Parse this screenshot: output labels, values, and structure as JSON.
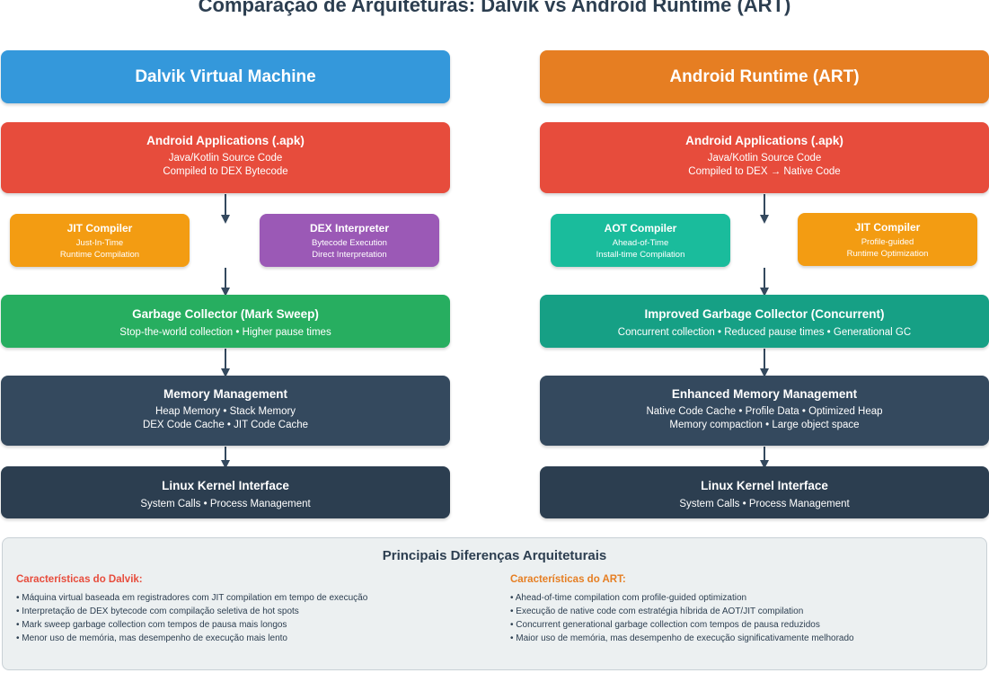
{
  "title": "Comparação de Arquiteturas: Dalvik vs Android Runtime (ART)",
  "colors": {
    "dalvik_header": "#3498db",
    "art_header": "#e67e22",
    "apps": "#e74c3c",
    "jit": "#f39c12",
    "interpreter": "#9b59b6",
    "aot": "#1abc9c",
    "gc_dalvik": "#27ae60",
    "gc_art": "#16a085",
    "memory": "#34495e",
    "kernel": "#2c3e50",
    "arrow": "#34495e",
    "summary_bg": "#ecf0f1",
    "dalvik_accent": "#e74c3c",
    "art_accent": "#e67e22"
  },
  "dalvik": {
    "header": "Dalvik Virtual Machine",
    "apps": {
      "title": "Android Applications (.apk)",
      "line1": "Java/Kotlin Source Code",
      "line2": "Compiled to DEX Bytecode"
    },
    "jit": {
      "title": "JIT Compiler",
      "line1": "Just-In-Time",
      "line2": "Runtime Compilation"
    },
    "interpreter": {
      "title": "DEX Interpreter",
      "line1": "Bytecode Execution",
      "line2": "Direct Interpretation"
    },
    "gc": {
      "title": "Garbage Collector (Mark Sweep)",
      "line1": "Stop-the-world collection • Higher pause times"
    },
    "memory": {
      "title": "Memory Management",
      "line1": "Heap Memory • Stack Memory",
      "line2": "DEX Code Cache • JIT Code Cache"
    },
    "kernel": {
      "title": "Linux Kernel Interface",
      "line1": "System Calls • Process Management"
    }
  },
  "art": {
    "header": "Android Runtime (ART)",
    "apps": {
      "title": "Android Applications (.apk)",
      "line1": "Java/Kotlin Source Code",
      "line2": "Compiled to DEX → Native Code"
    },
    "aot": {
      "title": "AOT Compiler",
      "line1": "Ahead-of-Time",
      "line2": "Install-time Compilation"
    },
    "jit": {
      "title": "JIT Compiler",
      "line1": "Profile-guided",
      "line2": "Runtime Optimization"
    },
    "gc": {
      "title": "Improved Garbage Collector (Concurrent)",
      "line1": "Concurrent collection • Reduced pause times • Generational GC"
    },
    "memory": {
      "title": "Enhanced Memory Management",
      "line1": "Native Code Cache • Profile Data • Optimized Heap",
      "line2": "Memory compaction • Large object space"
    },
    "kernel": {
      "title": "Linux Kernel Interface",
      "line1": "System Calls • Process Management"
    }
  },
  "summary": {
    "title": "Principais Diferenças Arquiteturais",
    "dalvik_title": "Características do Dalvik:",
    "dalvik_items": [
      "• Máquina virtual baseada em registradores com JIT compilation em tempo de execução",
      "• Interpretação de DEX bytecode com compilação seletiva de hot spots",
      "• Mark sweep garbage collection com tempos de pausa mais longos",
      "• Menor uso de memória, mas desempenho de execução mais lento"
    ],
    "art_title": "Características do ART:",
    "art_items": [
      "• Ahead-of-time compilation com profile-guided optimization",
      "• Execução de native code com estratégia híbrida de AOT/JIT compilation",
      "• Concurrent generational garbage collection com tempos de pausa reduzidos",
      "• Maior uso de memória, mas desempenho de execução significativamente melhorado"
    ]
  }
}
